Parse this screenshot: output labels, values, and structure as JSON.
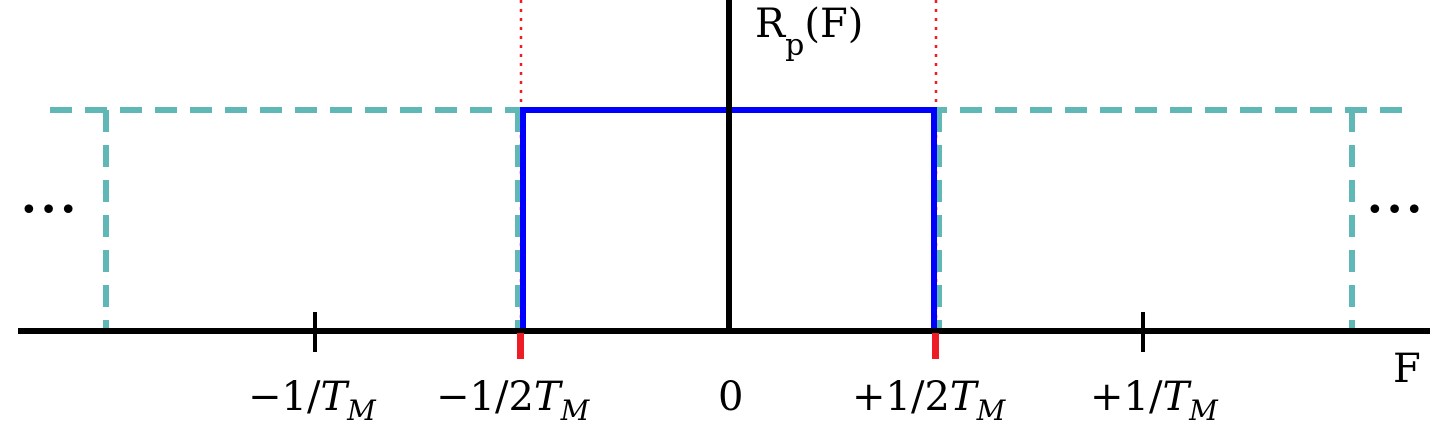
{
  "y_axis_label": {
    "main": "R",
    "sub": "p",
    "arg": "(F)"
  },
  "x_axis_label": "F",
  "ellipsis": "•••",
  "ticks": [
    {
      "sign": "−",
      "num": "1/",
      "var": "T",
      "sub": "M"
    },
    {
      "sign": "−",
      "num": "1/2",
      "var": "T",
      "sub": "M"
    },
    {
      "sign": "",
      "num": "0",
      "var": "",
      "sub": ""
    },
    {
      "sign": "+",
      "num": "1/2",
      "var": "T",
      "sub": "M"
    },
    {
      "sign": "+",
      "num": "1/",
      "var": "T",
      "sub": "M"
    }
  ],
  "colors": {
    "axis": "#000000",
    "passband": "#0000ff",
    "replica": "#5fb8b6",
    "edge_marker": "#ee1c25"
  }
}
